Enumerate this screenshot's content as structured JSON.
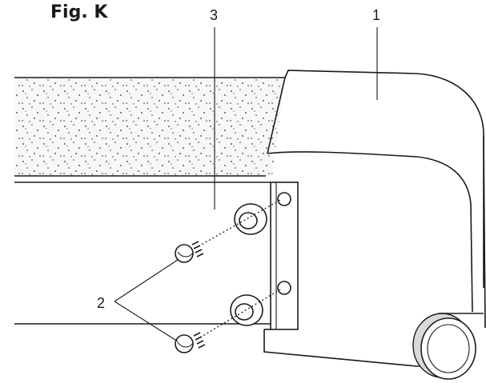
{
  "figure": {
    "title": "Fig. K",
    "callouts": {
      "housing": "1",
      "screws": "2",
      "plate": "3"
    }
  },
  "colors": {
    "ink": "#1a1a1a",
    "stipple_fill": "#f7f7f7",
    "shade": "#d9d9d9"
  }
}
